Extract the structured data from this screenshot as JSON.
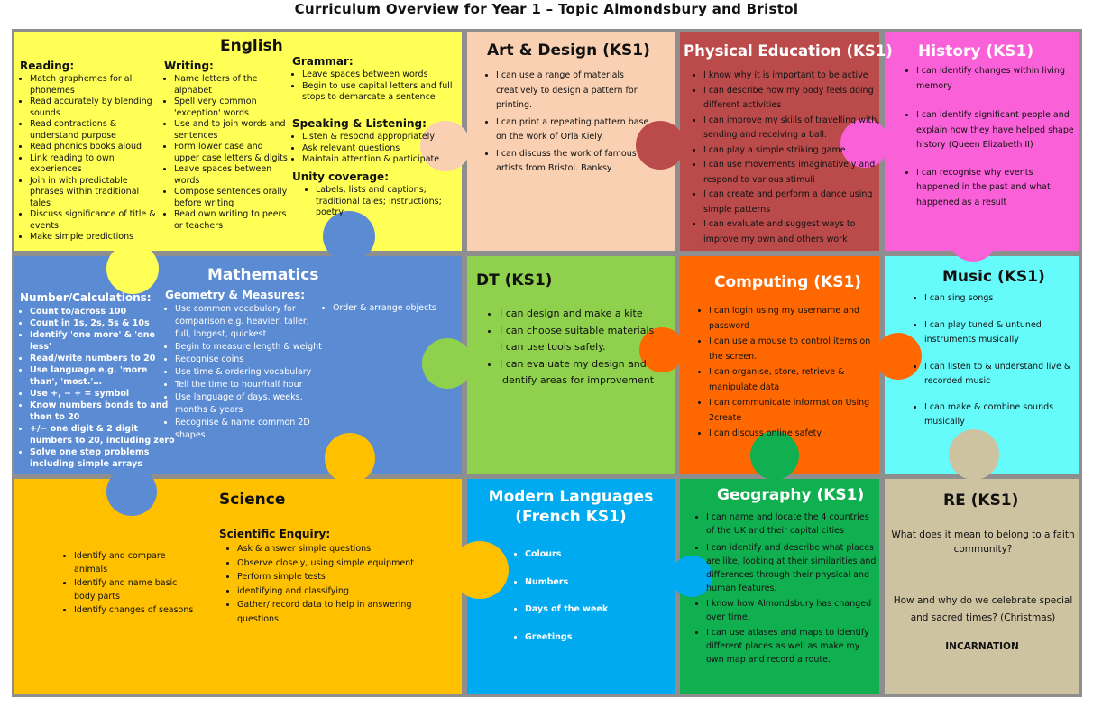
{
  "title": "Curriculum Overview for Year 1 – Topic Almondsbury and Bristol",
  "colors": {
    "english": "#ffff55",
    "art": "#f9d0b2",
    "pe": "#bb4b4b",
    "history": "#fa60d8",
    "maths": "#5b8bd2",
    "dt": "#8fd04d",
    "computing": "#ff6800",
    "music": "#66fbfb",
    "science": "#ffc000",
    "languages": "#00aaf0",
    "geography": "#10b050",
    "re": "#cec3a1"
  },
  "english": {
    "title": "English",
    "reading": {
      "heading": "Reading:",
      "items": [
        "Match graphemes for all phonemes",
        "Read accurately by blending sounds",
        "Read contractions & understand purpose",
        "Read phonics books aloud",
        "Link reading to own experiences",
        "Join in with predictable phrases within traditional tales",
        "Discuss significance of title & events",
        "Make simple predictions"
      ]
    },
    "writing": {
      "heading": "Writing:",
      "items": [
        "Name letters of the alphabet",
        "Spell very common 'exception' words",
        "Use and to join words and sentences",
        "Form lower case and upper case letters & digits",
        "Leave spaces between words",
        "Compose sentences orally before writing",
        "Read own writing to peers or teachers"
      ]
    },
    "grammar": {
      "heading": "Grammar:",
      "items": [
        "Leave spaces between words",
        "Begin to use capital letters and full stops to demarcate a sentence"
      ]
    },
    "speaking": {
      "heading": "Speaking & Listening:",
      "items": [
        "Listen & respond appropriately",
        "Ask relevant questions",
        "Maintain attention & participate"
      ]
    },
    "unity": {
      "heading": "Unity coverage:",
      "items": [
        "Labels, lists and captions; traditional tales; instructions; poetry"
      ]
    }
  },
  "art": {
    "title": "Art & Design (KS1)",
    "items": [
      "I can use a range of materials creatively to design a pattern for printing.",
      "I can print a repeating pattern base on the work of Orla Kiely.",
      "I can discuss the work of famous artists from Bristol. Banksy"
    ]
  },
  "pe": {
    "title": "Physical Education (KS1)",
    "items": [
      "I know why it is important to be active",
      "I can describe how my body feels doing different activities",
      "I can improve my skills of travelling with, sending and receiving a ball.",
      "I can play a simple striking game.",
      "I can use movements imaginatively and respond to various stimuli",
      "I can create and perform a dance using simple patterns",
      "I can evaluate and suggest ways to improve my own and others work"
    ]
  },
  "history": {
    "title": "History (KS1)",
    "items": [
      "I can identify changes within living memory",
      "I can identify significant people and explain how they have helped shape history (Queen Elizabeth II)",
      "I can recognise why events happened in the past and what happened as a result"
    ]
  },
  "maths": {
    "title": "Mathematics",
    "number": {
      "heading": "Number/Calculations:",
      "items": [
        "Count to/across 100",
        "Count in 1s, 2s, 5s & 10s",
        "Identify 'one more' & 'one less'",
        "Read/write numbers to 20",
        "Use language e.g. 'more than', 'most.'…",
        "Use +, − + = symbol",
        "Know numbers bonds to and then to 20",
        "+/− one digit & 2 digit numbers to 20, including zero",
        "Solve one step problems including simple arrays"
      ]
    },
    "geometry": {
      "heading": "Geometry & Measures:",
      "items": [
        "Use common vocabulary for comparison e.g. heavier, taller, full, longest, quickest",
        "Begin to measure length & weight",
        "Recognise coins",
        "Use time & ordering vocabulary",
        "Tell the time to hour/half hour",
        "Use language of days, weeks, months & years",
        "Recognise & name common 2D shapes"
      ]
    },
    "other": {
      "items": [
        "Order & arrange objects"
      ]
    }
  },
  "dt": {
    "title": "DT (KS1)",
    "items": [
      "I can design and make a kite",
      "I can choose suitable materials",
      "I can use tools safely.",
      "I can evaluate my design and identify areas for improvement"
    ]
  },
  "computing": {
    "title": "Computing (KS1)",
    "items": [
      "I can login using my username and password",
      "I can use a mouse to control items on the screen.",
      "I can organise, store, retrieve & manipulate data",
      "I can communicate information Using 2create",
      "I can discuss online safety"
    ]
  },
  "music": {
    "title": "Music (KS1)",
    "items": [
      "I can sing songs",
      "I can play tuned & untuned instruments musically",
      "I can listen to & understand live & recorded music",
      "I can make & combine sounds musically"
    ]
  },
  "science": {
    "title": "Science",
    "left": {
      "items": [
        "Identify and compare animals",
        "Identify and name basic body parts",
        "Identify changes of seasons"
      ]
    },
    "enquiry": {
      "heading": "Scientific Enquiry:",
      "items": [
        "Ask & answer simple questions",
        "Observe closely, using simple equipment",
        "Perform simple tests",
        "identifying and classifying",
        "Gather/ record data to help in answering questions."
      ]
    }
  },
  "languages": {
    "title_line1": "Modern Languages",
    "title_line2": "(French KS1)",
    "items": [
      "Colours",
      "Numbers",
      "Days of the week",
      "Greetings"
    ]
  },
  "geography": {
    "title": "Geography (KS1)",
    "items": [
      "I can name and locate the 4 countries of the UK and their capital cities",
      "I can identify and describe what places are like, looking at their similarities and differences through their physical and human features.",
      "I know how Almondsbury has changed over time.",
      "I can use atlases and maps to identify different places as well as make my own map and record a route."
    ]
  },
  "re": {
    "title": "RE (KS1)",
    "question1": "What does it mean to belong to a faith community?",
    "question2": "How and why do we celebrate special and sacred times? (Christmas)",
    "footer": "INCARNATION"
  }
}
